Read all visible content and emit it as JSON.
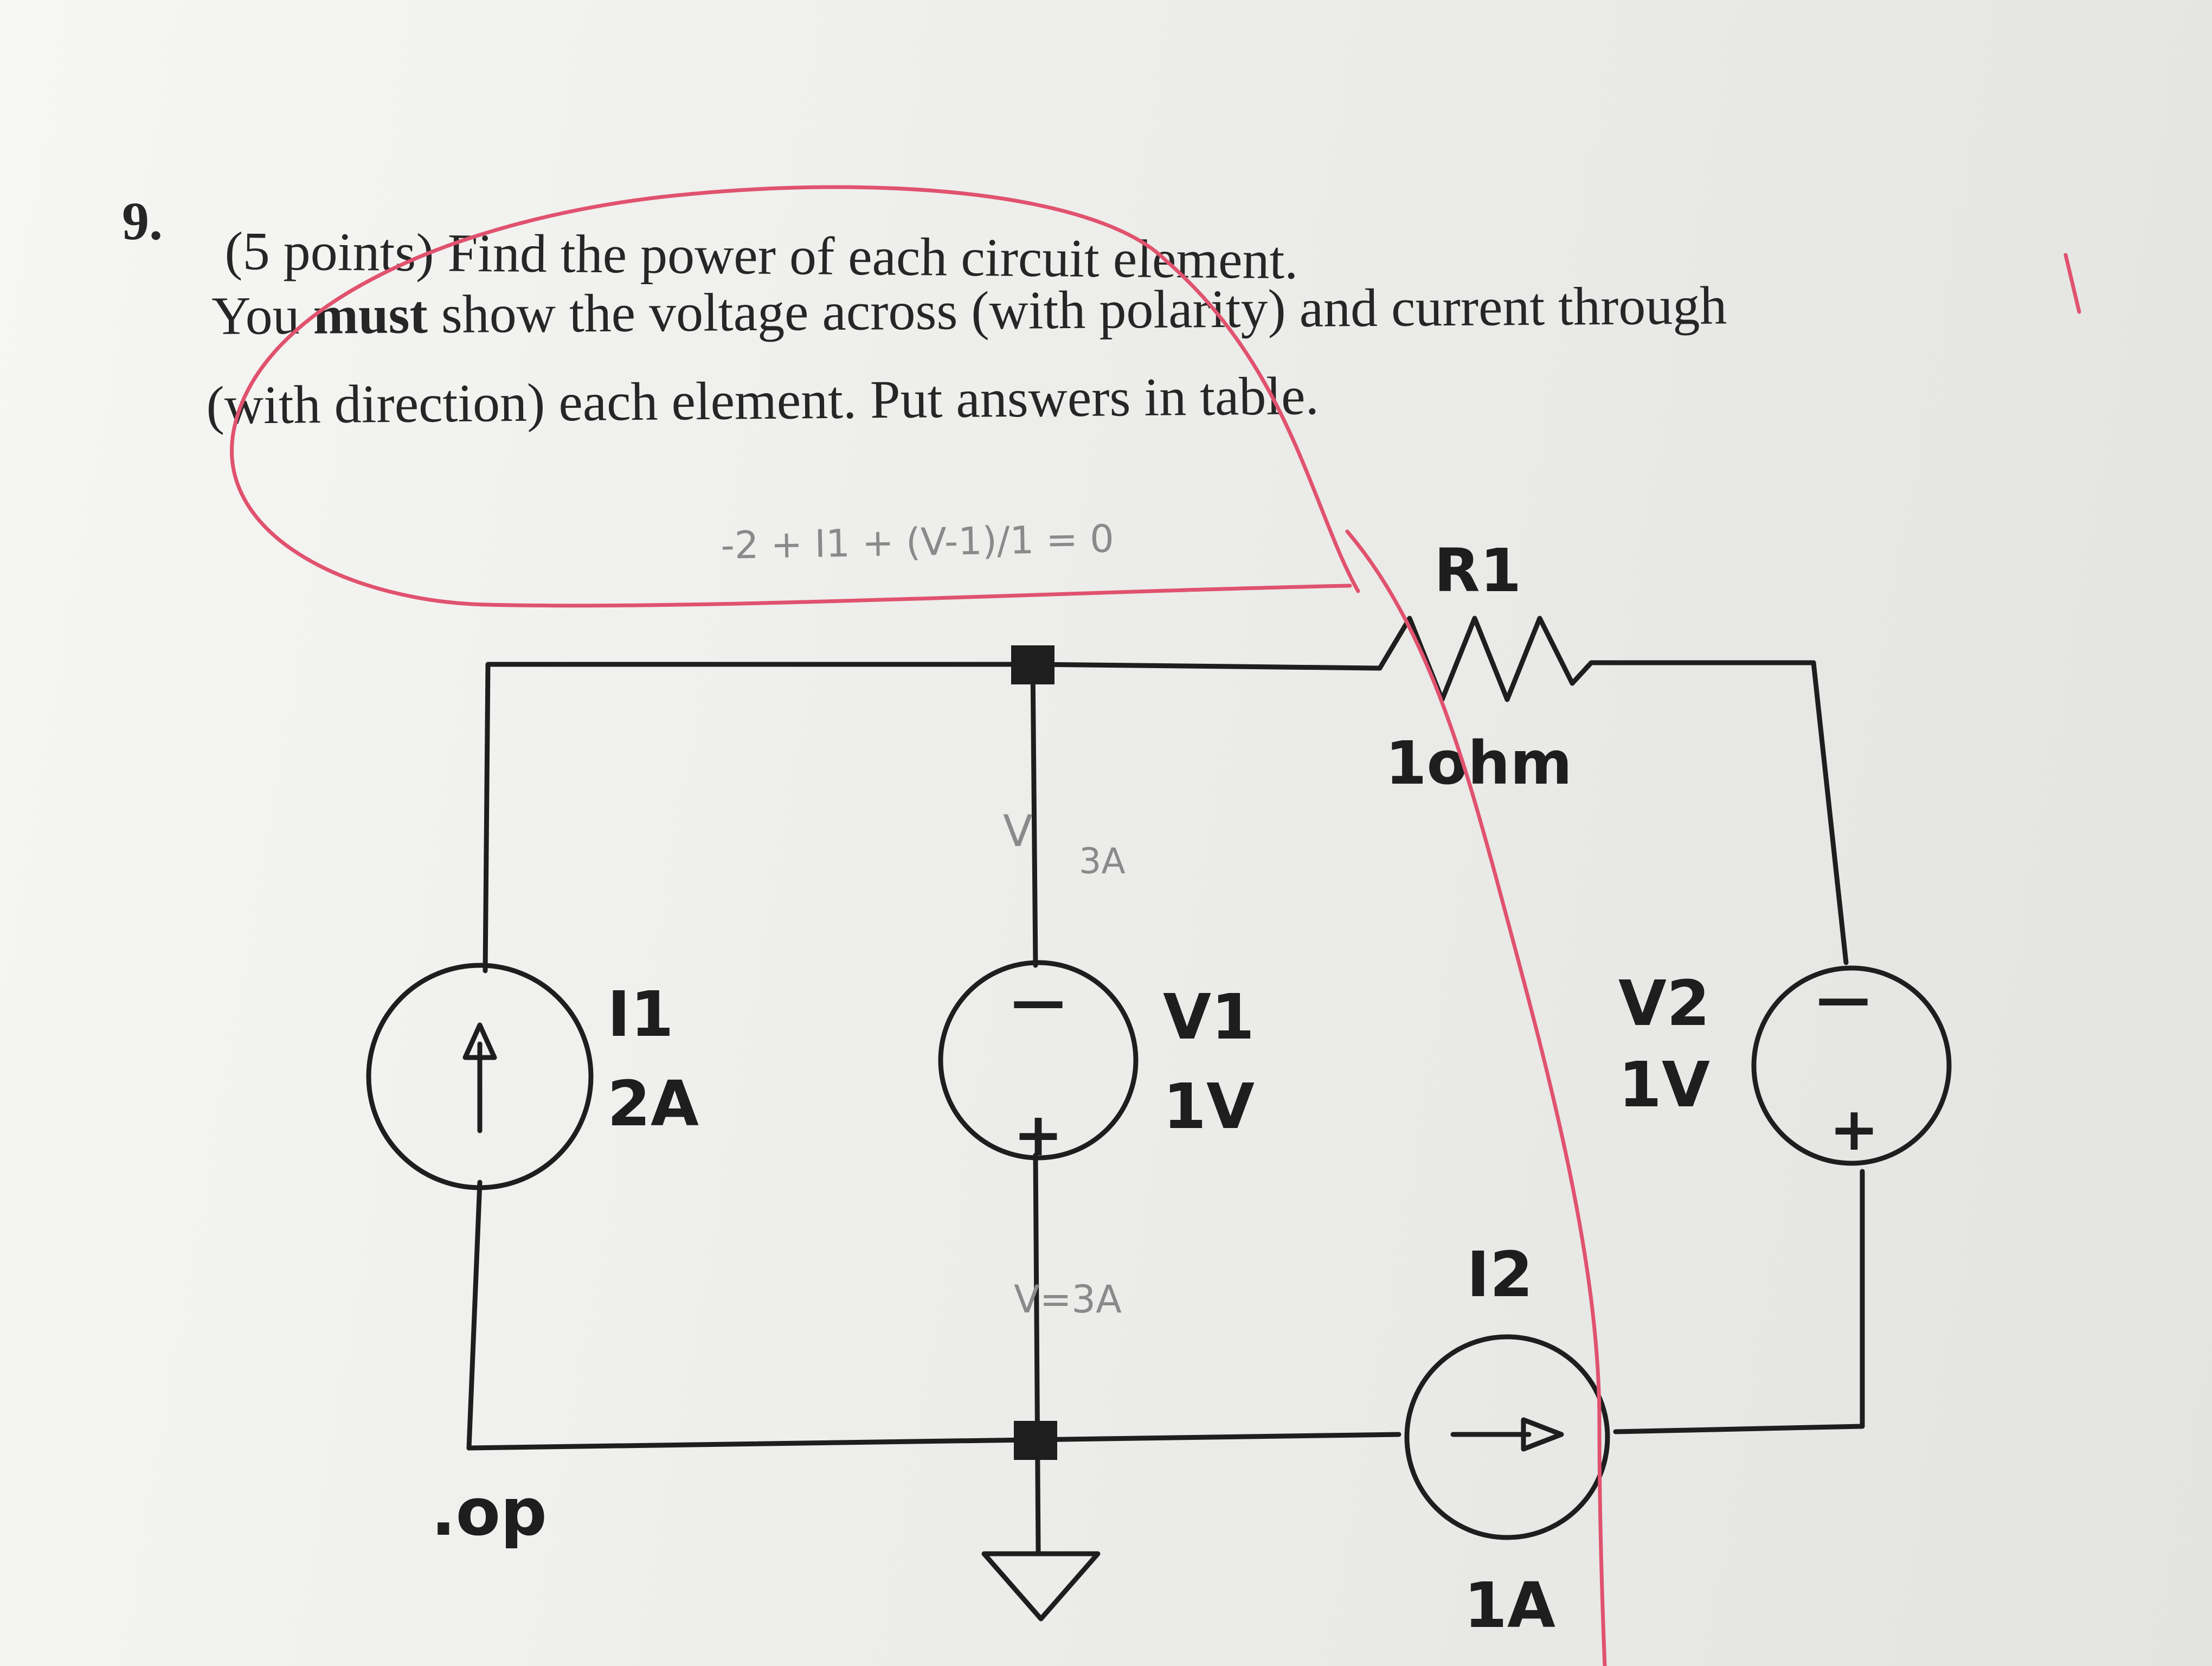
{
  "question": {
    "number": "9.",
    "points": "(5 points)",
    "line1_rest": "Find the power of each circuit element.",
    "line2_a": "You ",
    "line2_bold": "must",
    "line2_b": " show the voltage across (with polarity) and current through",
    "line3": "(with direction) each element. Put answers in table."
  },
  "circuit": {
    "r1": {
      "name": "R1",
      "value": "1ohm"
    },
    "i1": {
      "name": "I1",
      "value": "2A"
    },
    "v1": {
      "name": "V1",
      "value": "1V"
    },
    "v2": {
      "name": "V2",
      "value": "1V"
    },
    "i2": {
      "name": "I2",
      "value": "1A"
    },
    "directive": ".op",
    "polarity": {
      "minus": "—",
      "plus": "+"
    }
  },
  "annotations": {
    "handwritten_equation": "-2 + I1 + (V-1)/1 = 0",
    "handwritten_v1_top": "V",
    "handwritten_v1_current": "3A",
    "handwritten_v1_bottom": "V=3A",
    "grade_mark": "/",
    "ink_color": "#e0526e"
  }
}
